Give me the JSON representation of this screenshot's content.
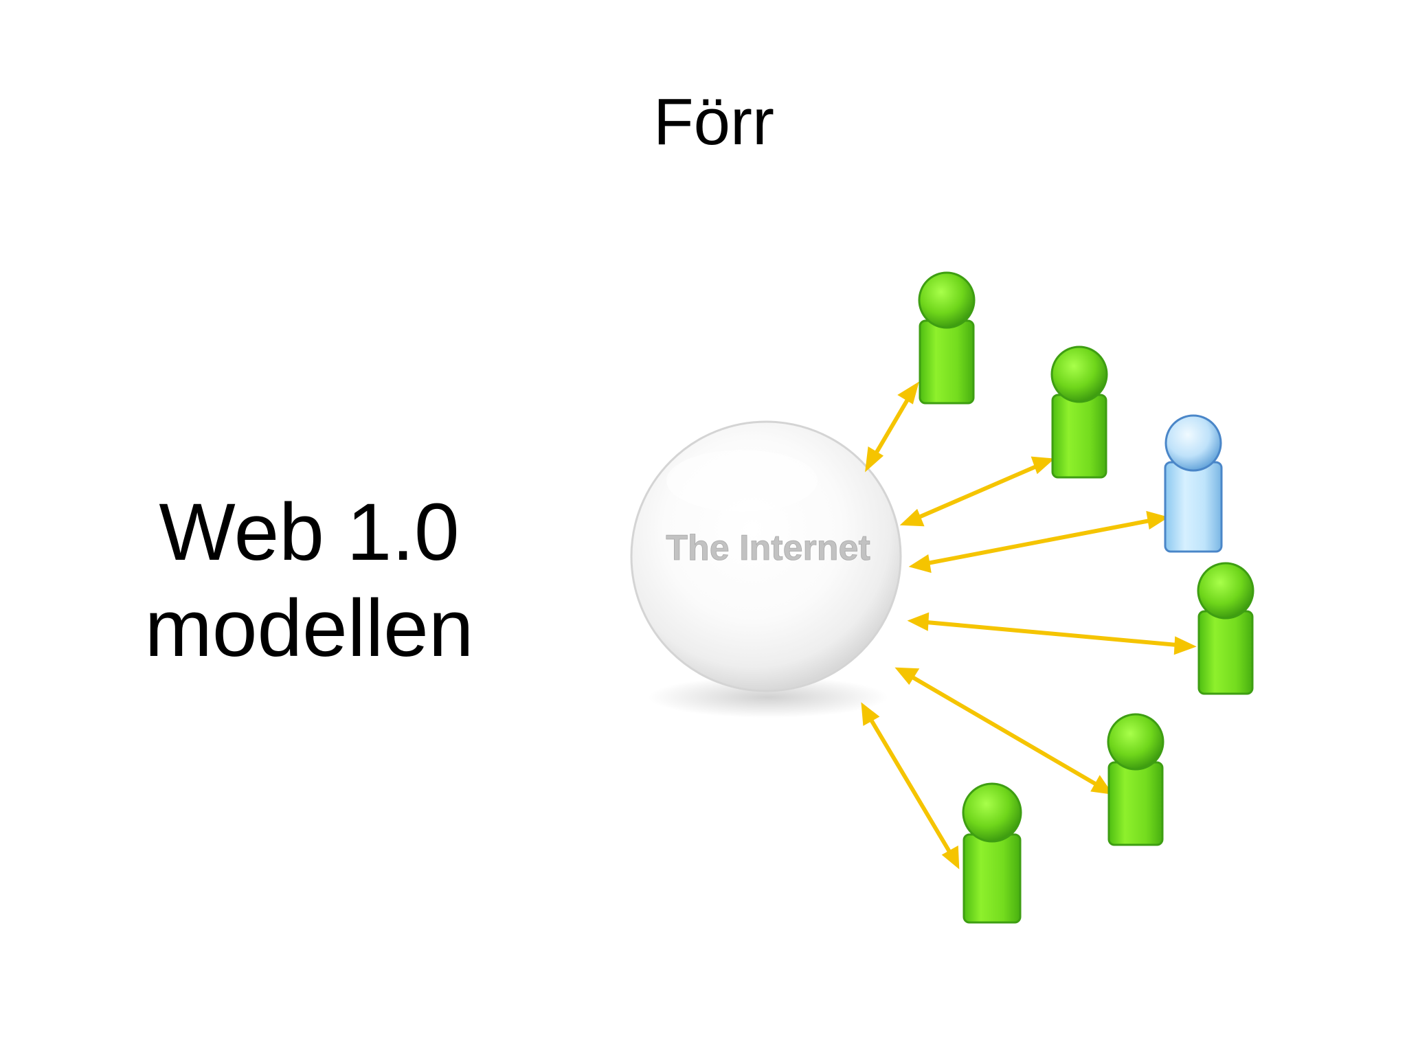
{
  "slide": {
    "title": "Förr",
    "side_text": [
      "Web 1.0",
      "modellen"
    ]
  },
  "diagram": {
    "center_label": "The Internet",
    "users": [
      {
        "icon": "user-icon",
        "color": "green"
      },
      {
        "icon": "user-icon",
        "color": "green"
      },
      {
        "icon": "user-icon",
        "color": "blue"
      },
      {
        "icon": "user-icon",
        "color": "green"
      },
      {
        "icon": "user-icon",
        "color": "green"
      },
      {
        "icon": "user-icon",
        "color": "green"
      }
    ],
    "arrow_style": "bidirectional",
    "colors": {
      "arrow": "#F5C400",
      "green_user": "#6DD41A",
      "green_user_edge": "#3E9E12",
      "blue_user": "#BFE6FF",
      "blue_user_edge": "#4A86C8",
      "globe_text": "#BDBDBD"
    }
  }
}
